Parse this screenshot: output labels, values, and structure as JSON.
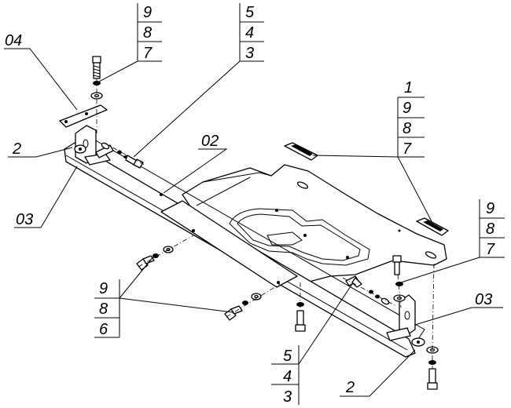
{
  "callouts": {
    "c04": "04",
    "c2_left": "2",
    "c03_left": "03",
    "c02": "02",
    "c03_right": "03",
    "c2_bottom": "2",
    "stack_top_left": [
      "9",
      "8",
      "7"
    ],
    "stack_top_mid": [
      "5",
      "4",
      "3"
    ],
    "stack_right_top": [
      "1",
      "9",
      "8",
      "7"
    ],
    "stack_right_mid": [
      "9",
      "8",
      "7"
    ],
    "stack_bottom_left": [
      "9",
      "8",
      "6"
    ],
    "stack_bottom_mid": [
      "5",
      "4",
      "3"
    ]
  }
}
